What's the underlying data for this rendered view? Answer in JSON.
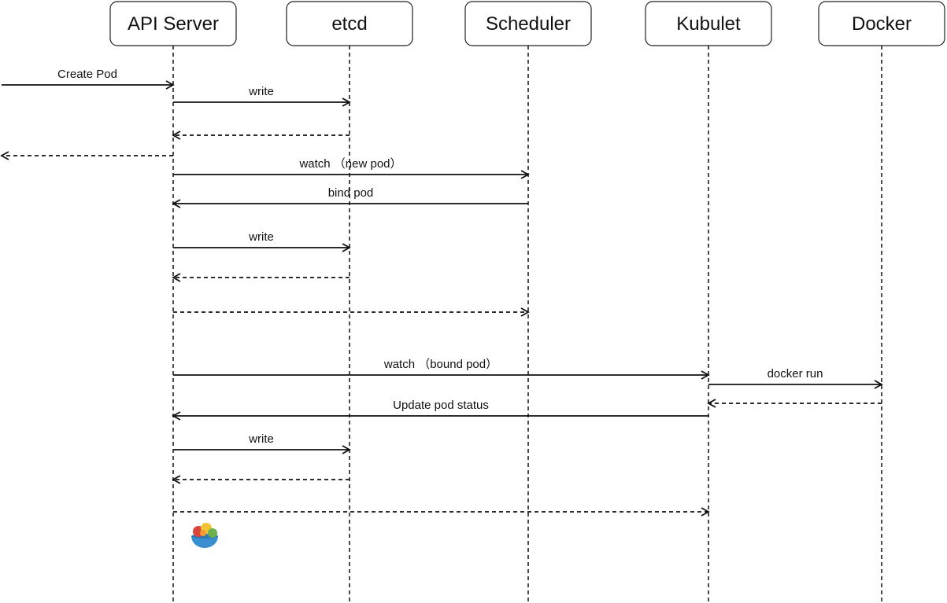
{
  "diagram": {
    "type": "sequence",
    "participants": [
      {
        "id": "api",
        "label": "API Server"
      },
      {
        "id": "etcd",
        "label": "etcd"
      },
      {
        "id": "scheduler",
        "label": "Scheduler"
      },
      {
        "id": "kubulet",
        "label": "Kubulet"
      },
      {
        "id": "docker",
        "label": "Docker"
      }
    ],
    "messages": [
      {
        "from": "external",
        "to": "api",
        "label": "Create Pod",
        "style": "solid"
      },
      {
        "from": "api",
        "to": "etcd",
        "label": "write",
        "style": "solid"
      },
      {
        "from": "etcd",
        "to": "api",
        "label": "",
        "style": "dashed"
      },
      {
        "from": "api",
        "to": "external",
        "label": "",
        "style": "dashed"
      },
      {
        "from": "api",
        "to": "scheduler",
        "label": "watch （new pod）",
        "style": "solid"
      },
      {
        "from": "scheduler",
        "to": "api",
        "label": "bind pod",
        "style": "solid"
      },
      {
        "from": "api",
        "to": "etcd",
        "label": "write",
        "style": "solid"
      },
      {
        "from": "etcd",
        "to": "api",
        "label": "",
        "style": "dashed"
      },
      {
        "from": "api",
        "to": "scheduler",
        "label": "",
        "style": "dashed"
      },
      {
        "from": "api",
        "to": "kubulet",
        "label": "watch （bound pod）",
        "style": "solid"
      },
      {
        "from": "kubulet",
        "to": "docker",
        "label": "docker run",
        "style": "solid"
      },
      {
        "from": "docker",
        "to": "kubulet",
        "label": "",
        "style": "dashed"
      },
      {
        "from": "kubulet",
        "to": "api",
        "label": "Update pod status",
        "style": "solid"
      },
      {
        "from": "api",
        "to": "etcd",
        "label": "write",
        "style": "solid"
      },
      {
        "from": "etcd",
        "to": "api",
        "label": "",
        "style": "dashed"
      },
      {
        "from": "api",
        "to": "kubulet",
        "label": "",
        "style": "dashed"
      }
    ]
  },
  "logo": {
    "icon": "bowl-logo-icon"
  }
}
